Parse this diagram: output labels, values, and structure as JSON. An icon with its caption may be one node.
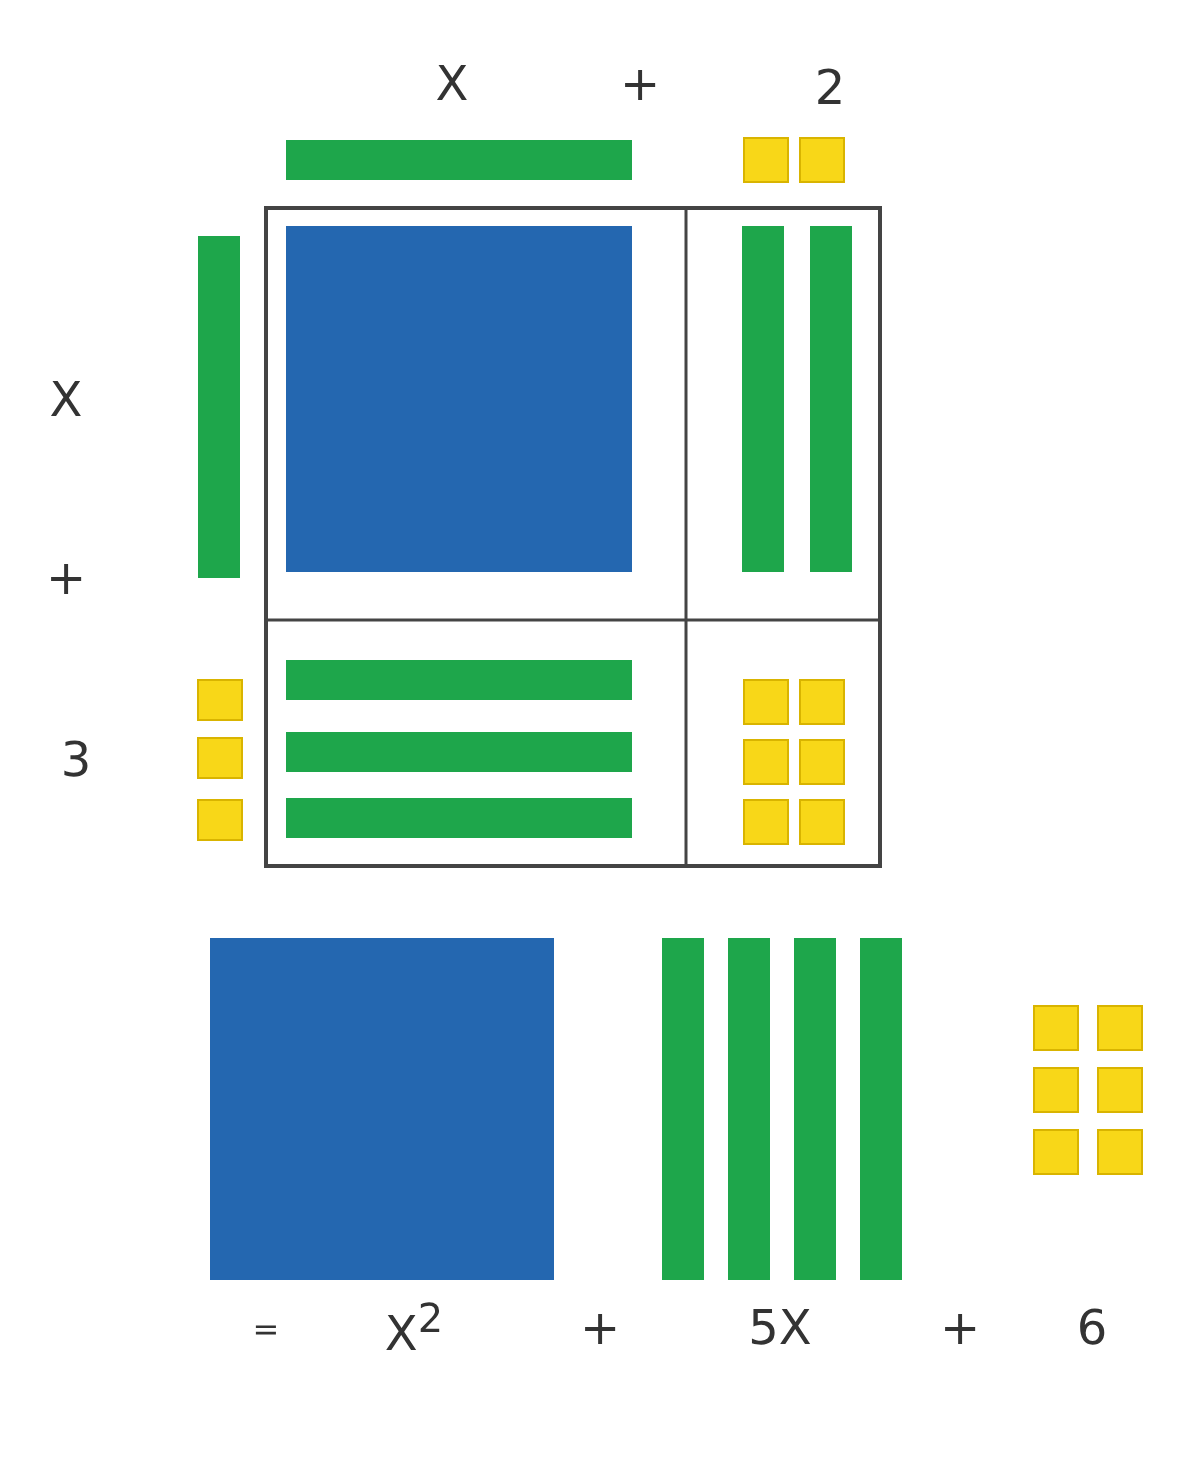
{
  "diagram": {
    "labels": [
      "X",
      "+",
      "2",
      "X",
      "+",
      "3",
      "=",
      "X$^{2}$",
      "+",
      "5X",
      "+",
      "6"
    ]
  }
}
